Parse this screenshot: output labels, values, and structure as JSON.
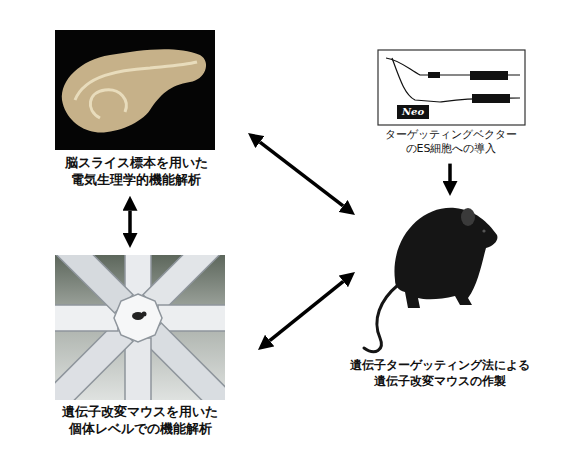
{
  "diagram": {
    "nodes": [
      {
        "text": [
          "脳スライス標本を用いた 電気生理学的機能解析"
        ]
      },
      {
        "text": [
          "ターゲッティングベクター のES細胞への導入"
        ]
      },
      {
        "text": [
          "遺伝子ターゲッティング法による 遺伝子改変マウスの作製"
        ]
      },
      {
        "text": [
          "遺伝子改変マウスを用いた 個体レベルでの機能解析"
        ]
      }
    ],
    "edges": [
      {
        "from": 0,
        "to": 2,
        "arrow": "both"
      },
      {
        "from": 1,
        "to": 2,
        "arrow": "to"
      },
      {
        "from": 0,
        "to": 3,
        "arrow": "both"
      },
      {
        "from": 3,
        "to": 2,
        "arrow": "both"
      }
    ],
    "labels": [
      "Neo"
    ]
  }
}
